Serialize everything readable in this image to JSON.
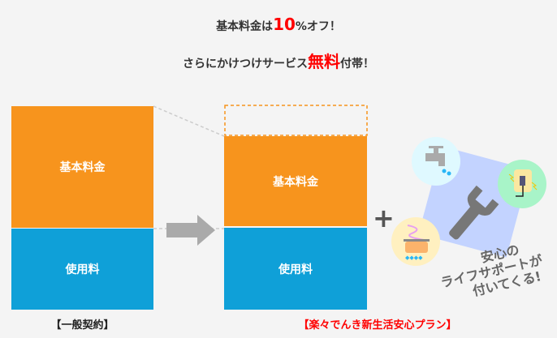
{
  "headline": {
    "line1_pre": "基本料金は",
    "line1_num": "10",
    "line1_post": "%オフ！",
    "line2_pre": "さらにかけつけサービス",
    "line2_em": "無料",
    "line2_post": "付帯！"
  },
  "general": {
    "basic": "基本料金",
    "usage": "使用料",
    "label": "【一般契約】"
  },
  "plan": {
    "basic": "基本料金",
    "usage": "使用料",
    "label": "【楽々でんき新生活安心プラン】"
  },
  "plus": "+",
  "support": {
    "line1": "安心の",
    "line2": "ライフサポートが",
    "line3": "付いてくる!"
  },
  "colors": {
    "orange": "#f7941d",
    "blue": "#0fa0d8",
    "accent": "#ff0000"
  }
}
